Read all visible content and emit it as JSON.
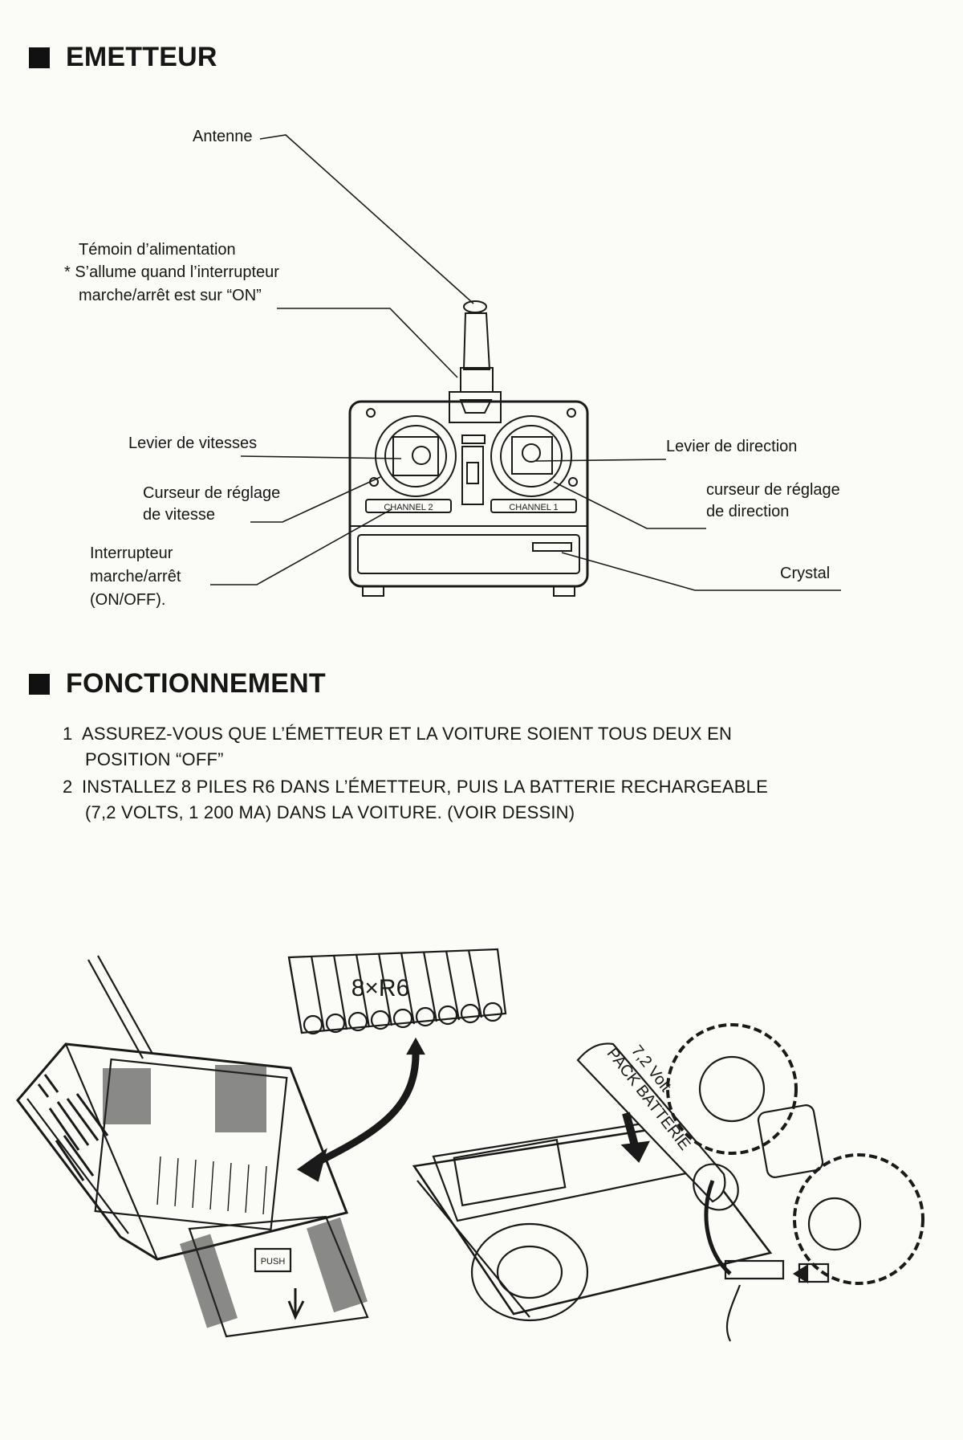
{
  "emetteur": {
    "heading": "EMETTEUR",
    "labels": {
      "antenne": "Antenne",
      "temoin_1": "Témoin d’alimentation",
      "temoin_2": "* S’allume quand l’interrupteur",
      "temoin_3": "marche/arrêt est sur “ON”",
      "levier_vitesses": "Levier de vitesses",
      "curseur_vitesse_1": "Curseur de réglage",
      "curseur_vitesse_2": "de vitesse",
      "interrupteur_1": "Interrupteur",
      "interrupteur_2": "marche/arrêt",
      "interrupteur_3": "(ON/OFF).",
      "levier_direction": "Levier de direction",
      "curseur_direction_1": "curseur de réglage",
      "curseur_direction_2": "de direction",
      "crystal": "Crystal"
    },
    "device": {
      "channel_left": "CHANNEL 2",
      "channel_right": "CHANNEL 1"
    }
  },
  "fonctionnement": {
    "heading": "FONCTIONNEMENT",
    "steps": [
      {
        "num": "1",
        "line1": "ASSUREZ-VOUS QUE L’ÉMETTEUR ET LA VOITURE SOIENT TOUS DEUX EN",
        "line2": "POSITION “OFF”"
      },
      {
        "num": "2",
        "line1": "INSTALLEZ 8 PILES R6 DANS L’ÉMETTEUR, PUIS LA BATTERIE RECHARGEABLE",
        "line2": "(7,2 VOLTS, 1 200 MA) DANS LA VOITURE. (VOIR DESSIN)"
      }
    ]
  },
  "illustration": {
    "batteries_label": "8×R6",
    "pack_line1": "7,2 Volt",
    "pack_line2": "PACK BATTERIE",
    "push_label": "PUSH"
  }
}
